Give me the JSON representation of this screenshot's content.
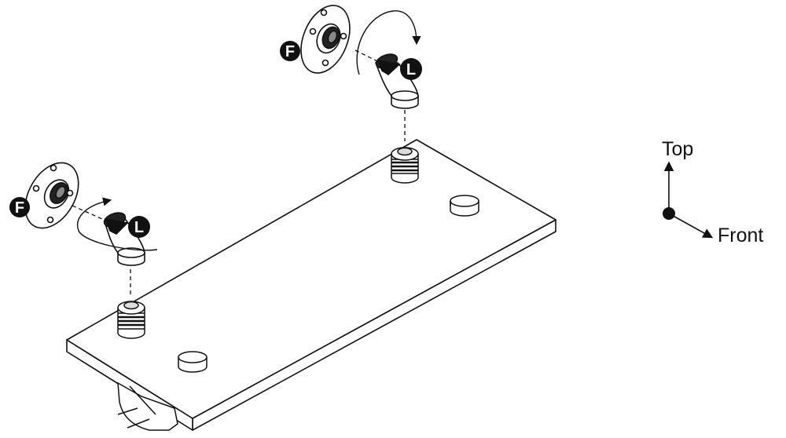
{
  "callouts": {
    "flange": "F",
    "elbow": "L"
  },
  "orientation": {
    "up_label": "Top",
    "forward_label": "Front"
  }
}
